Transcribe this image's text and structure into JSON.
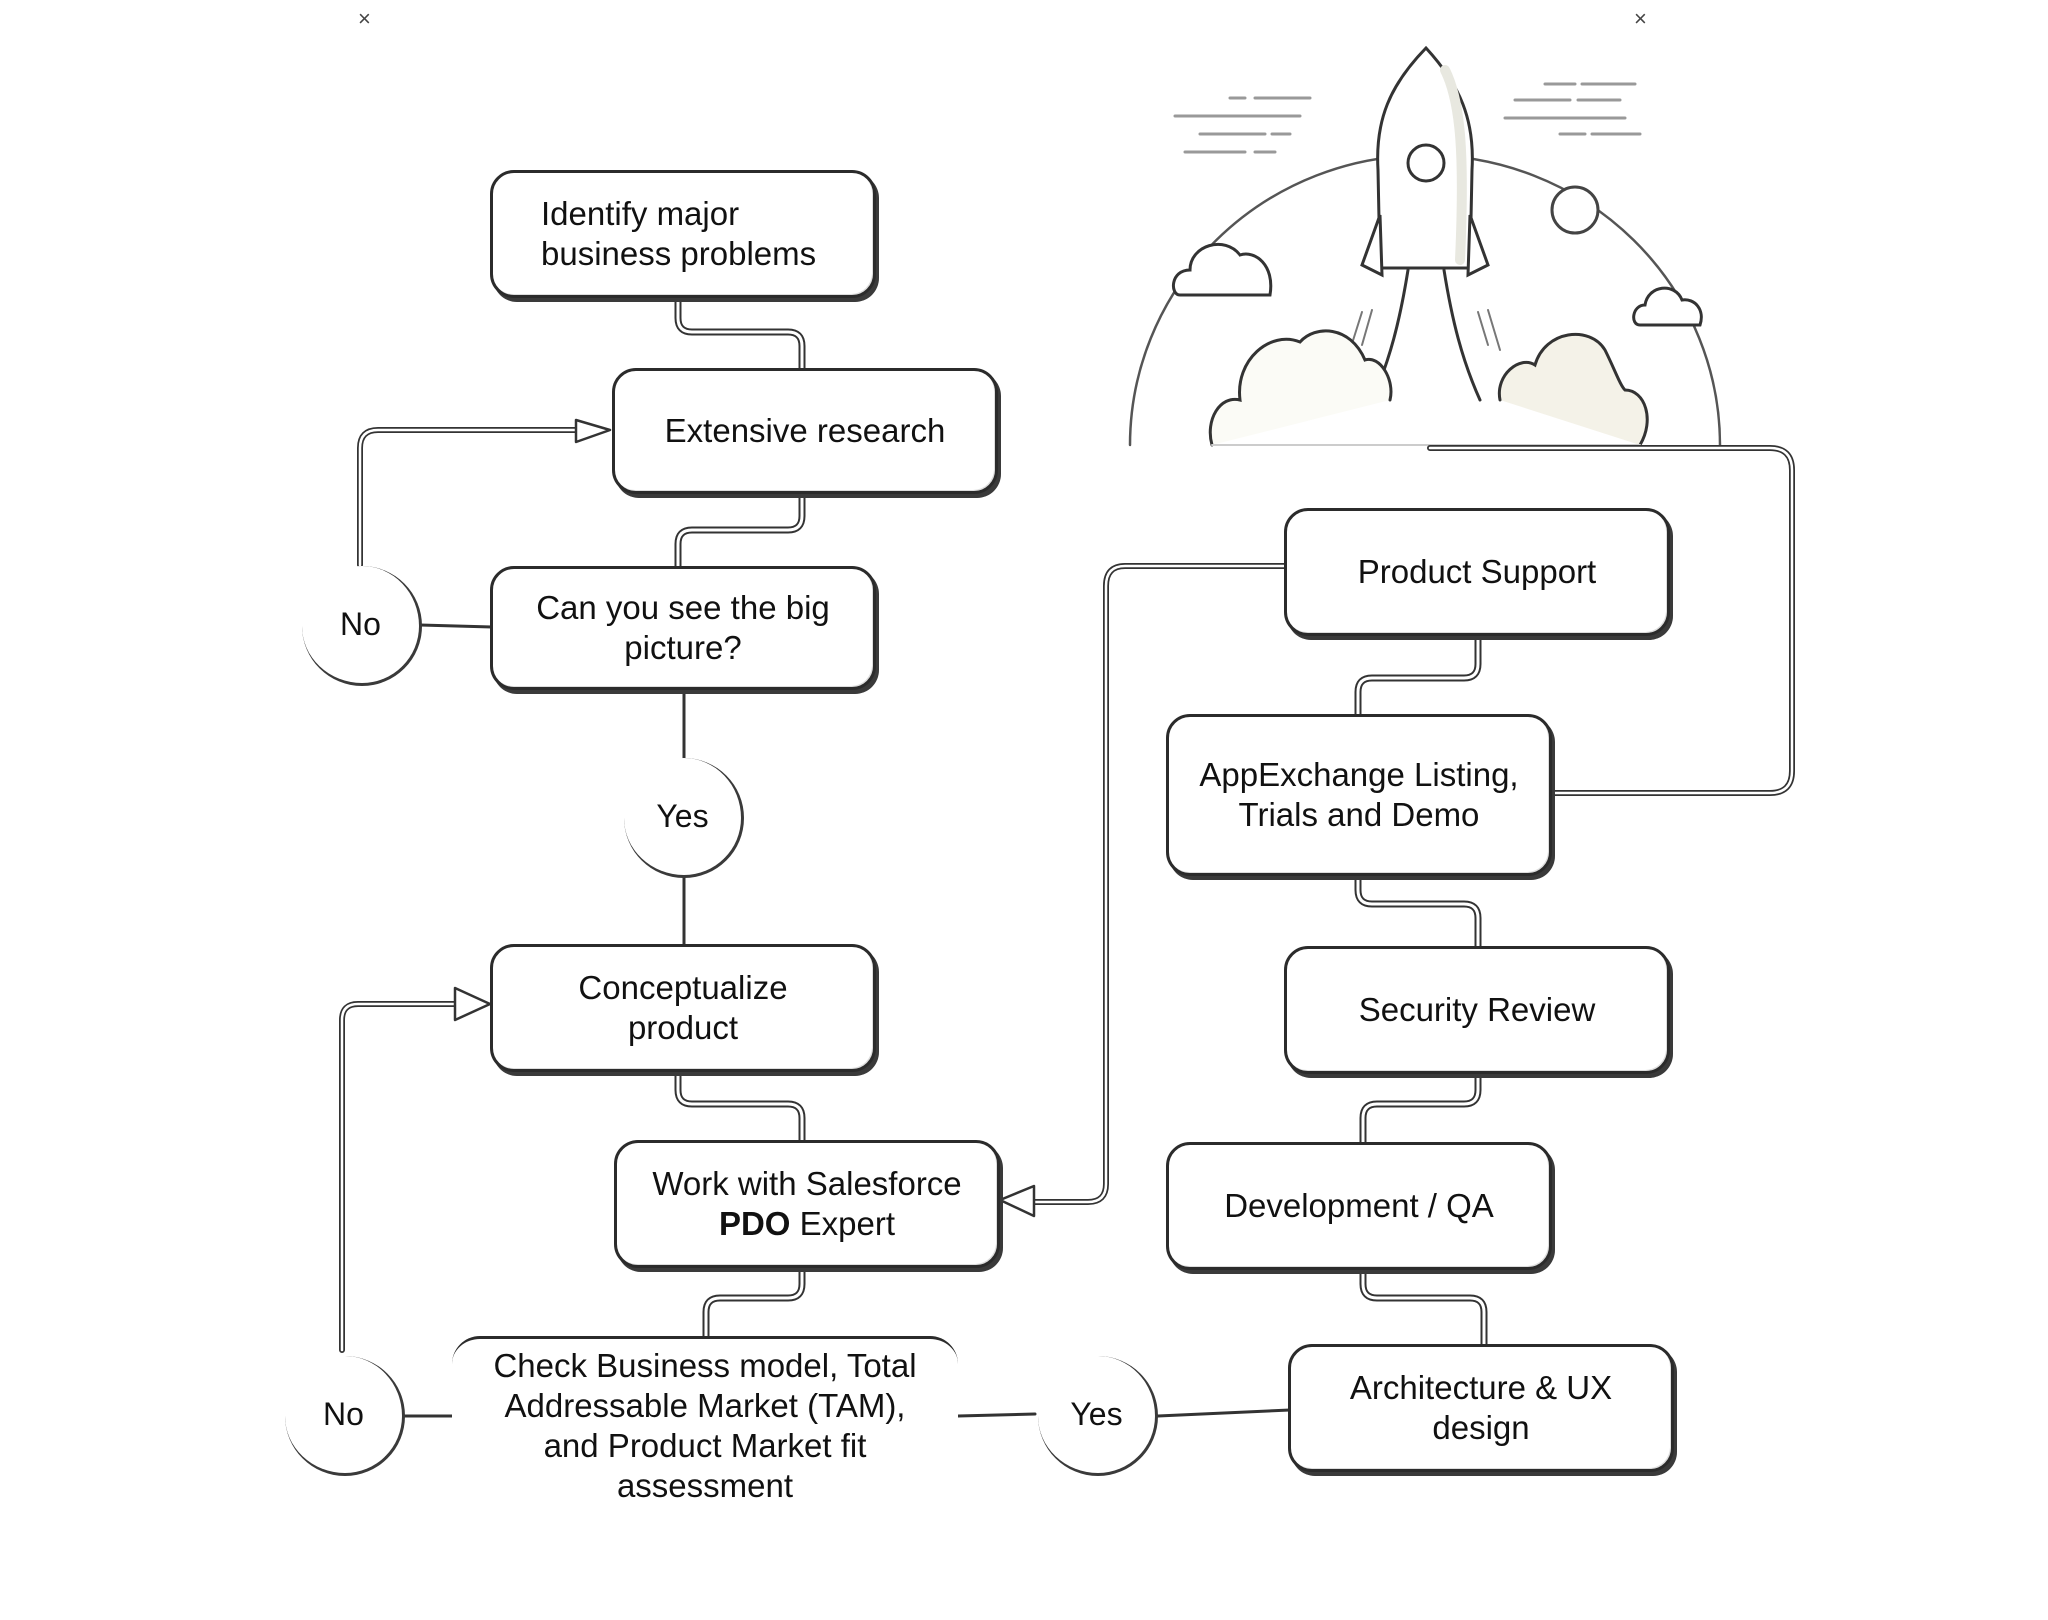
{
  "nodes": {
    "identify": {
      "line1": "Identify major",
      "line2": "business problems"
    },
    "research": {
      "label": "Extensive research"
    },
    "big_picture": {
      "line1": "Can you see the big",
      "line2": "picture?"
    },
    "conceptualize": {
      "line1": "Conceptualize",
      "line2": "product"
    },
    "pdo": {
      "line1": "Work with Salesforce",
      "bold": "PDO",
      "line2_rest": " Expert"
    },
    "check": {
      "line1": "Check Business model, Total",
      "line2": "Addressable Market (TAM),",
      "line3": "and Product Market fit",
      "line4": "assessment"
    },
    "arch": {
      "line1": "Architecture & UX",
      "line2": "design"
    },
    "dev": {
      "label": "Development / QA"
    },
    "security": {
      "label": "Security Review"
    },
    "appexchange": {
      "line1": "AppExchange Listing,",
      "line2": "Trials and Demo"
    },
    "support": {
      "label": "Product Support"
    }
  },
  "decisions": {
    "no_top": "No",
    "yes_mid": "Yes",
    "no_bottom": "No",
    "yes_bottom": "Yes"
  },
  "marks": {
    "close_left": "×",
    "close_right": "×"
  },
  "illustration": {
    "icon": "rocket-launch-icon"
  }
}
